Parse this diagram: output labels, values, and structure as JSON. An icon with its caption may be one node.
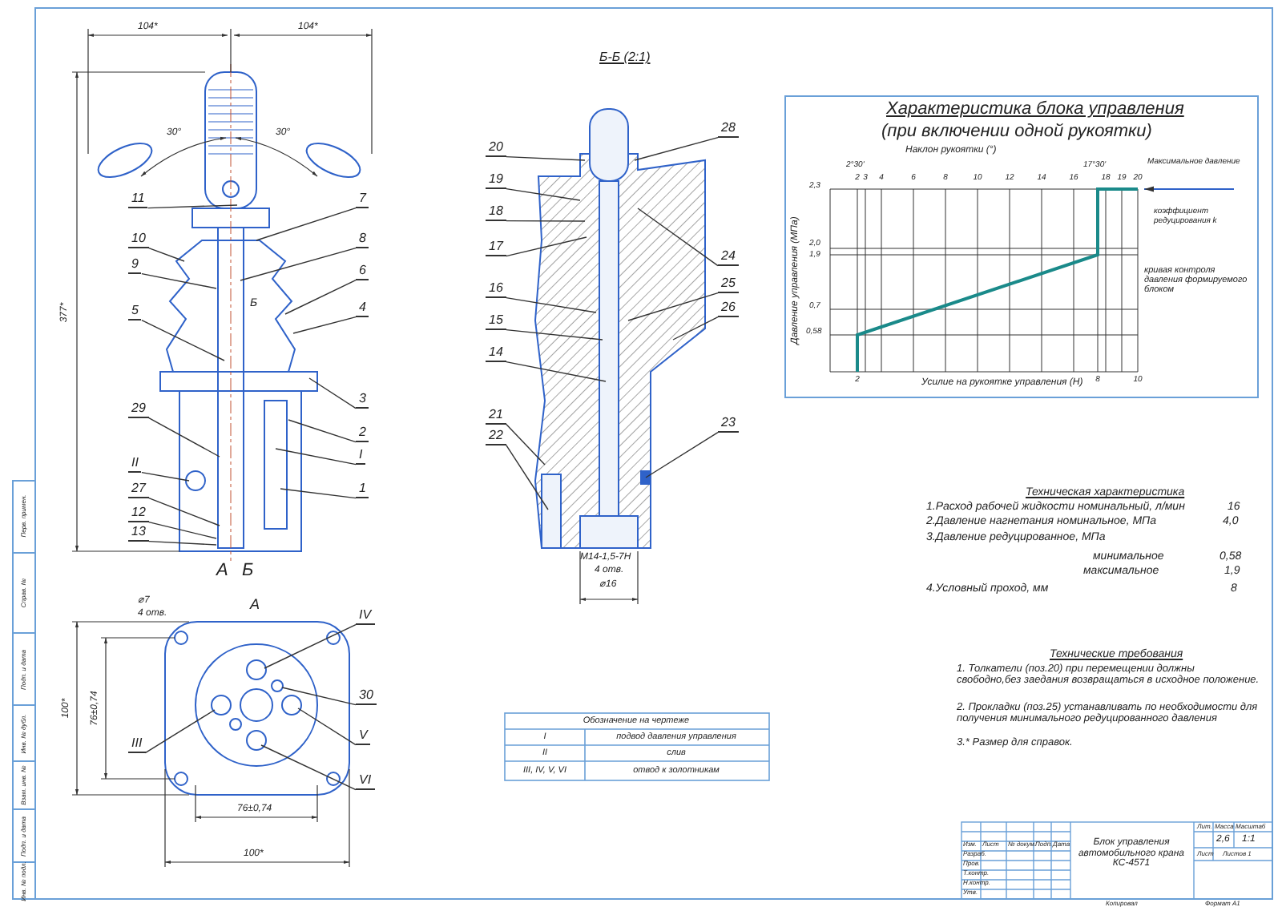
{
  "diagram": {
    "nodes": [
      {
        "text": [
          "11"
        ]
      },
      {
        "text": [
          "10"
        ]
      },
      {
        "text": [
          "9"
        ]
      },
      {
        "text": [
          "5"
        ]
      },
      {
        "text": [
          "29"
        ]
      },
      {
        "text": [
          "II"
        ]
      },
      {
        "text": [
          "27"
        ]
      },
      {
        "text": [
          "12"
        ]
      },
      {
        "text": [
          "13"
        ]
      },
      {
        "text": [
          "7"
        ]
      },
      {
        "text": [
          "8"
        ]
      },
      {
        "text": [
          "6"
        ]
      },
      {
        "text": [
          "4"
        ]
      },
      {
        "text": [
          "3"
        ]
      },
      {
        "text": [
          "2"
        ]
      },
      {
        "text": [
          "I"
        ]
      },
      {
        "text": [
          "1"
        ]
      },
      {
        "text": [
          "20"
        ]
      },
      {
        "text": [
          "19"
        ]
      },
      {
        "text": [
          "18"
        ]
      },
      {
        "text": [
          "17"
        ]
      },
      {
        "text": [
          "16"
        ]
      },
      {
        "text": [
          "15"
        ]
      },
      {
        "text": [
          "14"
        ]
      },
      {
        "text": [
          "21"
        ]
      },
      {
        "text": [
          "22"
        ]
      },
      {
        "text": [
          "28"
        ]
      },
      {
        "text": [
          "24"
        ]
      },
      {
        "text": [
          "25"
        ]
      },
      {
        "text": [
          "26"
        ]
      },
      {
        "text": [
          "23"
        ]
      },
      {
        "text": [
          "IV"
        ]
      },
      {
        "text": [
          "30"
        ]
      },
      {
        "text": [
          "III"
        ]
      },
      {
        "text": [
          "V"
        ]
      },
      {
        "text": [
          "VI"
        ]
      }
    ],
    "edges": [
      {
        "from": 0,
        "to": null,
        "arrow": "none"
      },
      {
        "from": 1,
        "to": null,
        "arrow": "none"
      },
      {
        "from": 2,
        "to": null,
        "arrow": "none"
      },
      {
        "from": 3,
        "to": null,
        "arrow": "none"
      },
      {
        "from": 4,
        "to": null,
        "arrow": "none"
      },
      {
        "from": 5,
        "to": null,
        "arrow": "none"
      },
      {
        "from": 6,
        "to": null,
        "arrow": "none"
      },
      {
        "from": 7,
        "to": null,
        "arrow": "none"
      },
      {
        "from": 8,
        "to": null,
        "arrow": "none"
      },
      {
        "from": 9,
        "to": null,
        "arrow": "none"
      },
      {
        "from": 10,
        "to": null,
        "arrow": "none"
      },
      {
        "from": 11,
        "to": null,
        "arrow": "none"
      },
      {
        "from": 12,
        "to": null,
        "arrow": "none"
      },
      {
        "from": 13,
        "to": null,
        "arrow": "none"
      },
      {
        "from": 14,
        "to": null,
        "arrow": "none"
      },
      {
        "from": 15,
        "to": null,
        "arrow": "none"
      },
      {
        "from": 16,
        "to": null,
        "arrow": "none"
      },
      {
        "from": 17,
        "to": null,
        "arrow": "none"
      },
      {
        "from": 18,
        "to": null,
        "arrow": "none"
      },
      {
        "from": 19,
        "to": null,
        "arrow": "none"
      },
      {
        "from": 20,
        "to": null,
        "arrow": "none"
      },
      {
        "from": 21,
        "to": null,
        "arrow": "none"
      },
      {
        "from": 22,
        "to": null,
        "arrow": "none"
      },
      {
        "from": 23,
        "to": null,
        "arrow": "none"
      },
      {
        "from": 24,
        "to": null,
        "arrow": "none"
      },
      {
        "from": 25,
        "to": null,
        "arrow": "none"
      },
      {
        "from": 26,
        "to": null,
        "arrow": "none"
      },
      {
        "from": 27,
        "to": null,
        "arrow": "none"
      },
      {
        "from": 28,
        "to": null,
        "arrow": "none"
      },
      {
        "from": 29,
        "to": null,
        "arrow": "none"
      },
      {
        "from": 30,
        "to": null,
        "arrow": "none"
      },
      {
        "from": 31,
        "to": null,
        "arrow": "none"
      },
      {
        "from": 32,
        "to": null,
        "arrow": "none"
      },
      {
        "from": 33,
        "to": null,
        "arrow": "none"
      },
      {
        "from": 34,
        "to": null,
        "arrow": "none"
      },
      {
        "from": 35,
        "to": null,
        "arrow": "none"
      }
    ],
    "labels": [
      "Б-Б (2:1)",
      "104*",
      "104*",
      "30°",
      "30°",
      "377*",
      "А",
      "Б",
      "Б",
      "М14-1,5-7Н",
      "4 отв.",
      "⌀16",
      "А",
      "⌀7",
      "4 отв.",
      "76±0,74",
      "100*",
      "76±0,74",
      "100*",
      "Характеристика блока управления",
      "(при включении одной рукоятки)",
      "Наклон рукоятки (°)",
      "2°30'",
      "17°30'",
      "2",
      "3",
      "4",
      "6",
      "8",
      "10",
      "12",
      "14",
      "16",
      "18",
      "19",
      "20",
      "Максимальное давление",
      "коэффициент редуцирования k",
      "кривая контроля давления формируемого блоком",
      "2,3",
      "2,0",
      "1,9",
      "0,7",
      "0,58",
      "Давление управления (МПа)",
      "2",
      "8",
      "10",
      "Усилие на рукоятке управления (Н)",
      "Техническая характеристика",
      "1.Расход рабочей жидкости номинальный, л/мин",
      "16",
      "2.Давление нагнетания номинальное, МПа",
      "4,0",
      "3.Давление редуцированное, МПа",
      "минимальное",
      "0,58",
      "максимальное",
      "1,9",
      "4.Условный проход, мм",
      "8",
      "Технические требования",
      "1. Толкатели (поз.20) при перемещении должны свободно,без заедания возвращаться в исходное положение.",
      "2. Прокладки (поз.25) устанавливать по необходимости для получения минимального редуцированного давления",
      "3.* Размер для справок.",
      "Обозначение на чертеже",
      "I",
      "подвод давления управления",
      "II",
      "слив",
      "III, IV, V, VI",
      "отвод к золотникам",
      "Изм.",
      "Лист",
      "№ докум.",
      "Подп.",
      "Дата",
      "Разраб.",
      "Пров.",
      "Т.контр.",
      "Н.контр.",
      "Утв.",
      "Блок управления автомобильного крана КС-4571",
      "Лит.",
      "Масса",
      "Масштаб",
      "2,6",
      "1:1",
      "Лист",
      "Листов 1",
      "Копировал",
      "Формат А1",
      "Перв. примен.",
      "Справ. №",
      "Подп. и дата",
      "Инв. № дубл.",
      "Взам. инв. №",
      "Подп. и дата",
      "Инв. № подл."
    ]
  }
}
